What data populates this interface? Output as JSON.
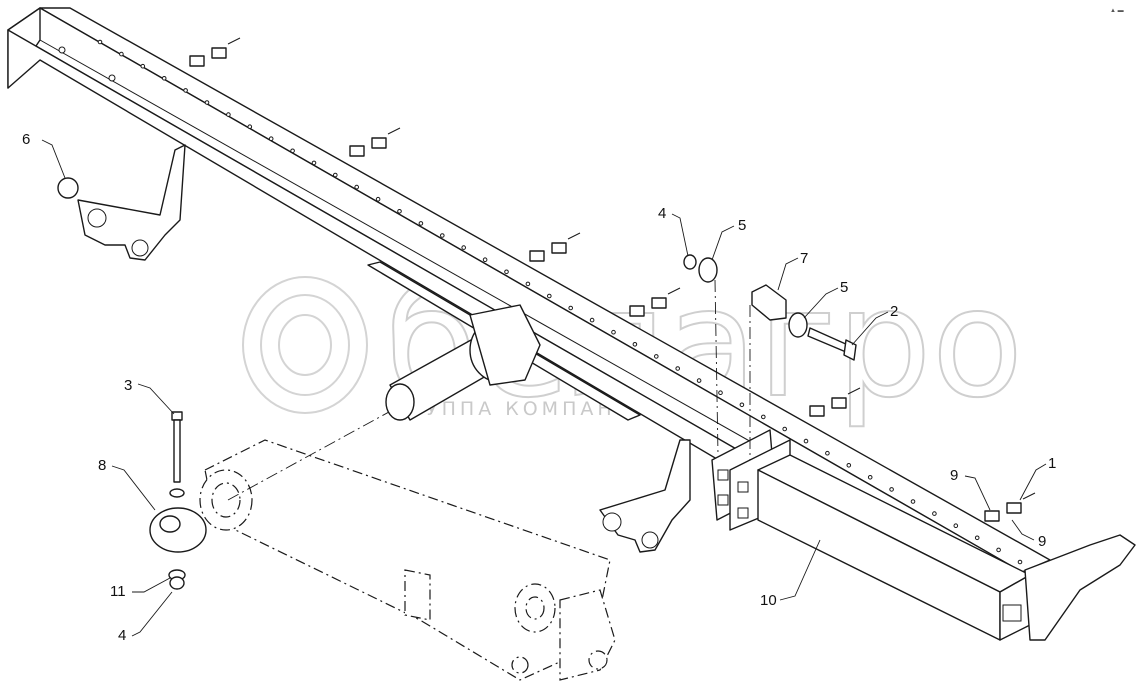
{
  "watermark": {
    "brand": "белагро",
    "tagline": "ГРУППА КОМПАНИЙ"
  },
  "corner_mark": "▲ ▬",
  "callouts": [
    {
      "id": "c6",
      "text": "6"
    },
    {
      "id": "c4a",
      "text": "4"
    },
    {
      "id": "c5a",
      "text": "5"
    },
    {
      "id": "c7",
      "text": "7"
    },
    {
      "id": "c5b",
      "text": "5"
    },
    {
      "id": "c2",
      "text": "2"
    },
    {
      "id": "c3",
      "text": "3"
    },
    {
      "id": "c8",
      "text": "8"
    },
    {
      "id": "c11",
      "text": "11"
    },
    {
      "id": "c4b",
      "text": "4"
    },
    {
      "id": "c9a",
      "text": "9"
    },
    {
      "id": "c1",
      "text": "1"
    },
    {
      "id": "c9b",
      "text": "9"
    },
    {
      "id": "c10",
      "text": "10"
    }
  ]
}
